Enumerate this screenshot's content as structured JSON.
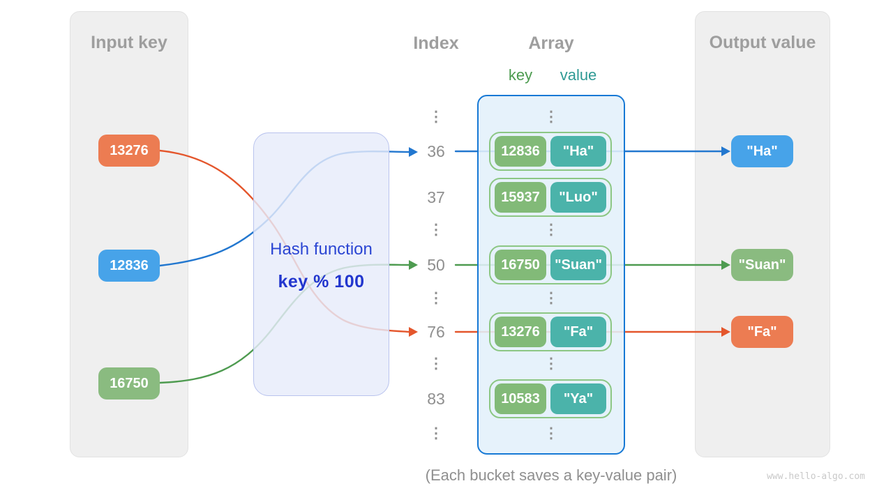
{
  "input_panel": {
    "title": "Input key",
    "keys": [
      {
        "label": "13276",
        "color": "#EC7C52"
      },
      {
        "label": "12836",
        "color": "#47A3E9"
      },
      {
        "label": "16750",
        "color": "#8ABB80"
      }
    ]
  },
  "hash_box": {
    "line1": "Hash function",
    "line2": "key % 100"
  },
  "index_column": {
    "title": "Index",
    "rows": [
      "⋮",
      "36",
      "37",
      "⋮",
      "50",
      "⋮",
      "76",
      "⋮",
      "83",
      "⋮"
    ]
  },
  "array_panel": {
    "title": "Array",
    "key_header": "key",
    "value_header": "value",
    "ellipsis": "⋮",
    "buckets": [
      {
        "key": "12836",
        "value": "\"Ha\""
      },
      {
        "key": "15937",
        "value": "\"Luo\""
      },
      {
        "key": "16750",
        "value": "\"Suan\""
      },
      {
        "key": "13276",
        "value": "\"Fa\""
      },
      {
        "key": "10583",
        "value": "\"Ya\""
      }
    ]
  },
  "output_panel": {
    "title": "Output value",
    "values": [
      {
        "label": "\"Ha\"",
        "color": "#47A3E9"
      },
      {
        "label": "\"Suan\"",
        "color": "#8ABB80"
      },
      {
        "label": "\"Fa\"",
        "color": "#EC7C52"
      }
    ]
  },
  "caption": "(Each bucket saves a key-value pair)",
  "watermark": "www.hello-algo.com",
  "colors": {
    "panel_bg": "#EFEFEF",
    "title_gray": "#9E9E9E",
    "orange": "#EC7C52",
    "blue": "#47A3E9",
    "green_box": "#8ABB80",
    "key_pill": "#82BA78",
    "value_pill": "#4BB3AA",
    "bucket_border": "#8CC784",
    "container_fill": "#E3F0FA",
    "container_border": "#1779D5",
    "hash_fill": "#E7EBFA",
    "hash_border": "#B9C3EE",
    "hash_text": "#2B46D3",
    "line_blue": "#2277CF",
    "line_green": "#4E9B50",
    "line_orange": "#E4562C",
    "key_header_green": "#4C9B4F",
    "value_header_teal": "#2F9A94"
  }
}
